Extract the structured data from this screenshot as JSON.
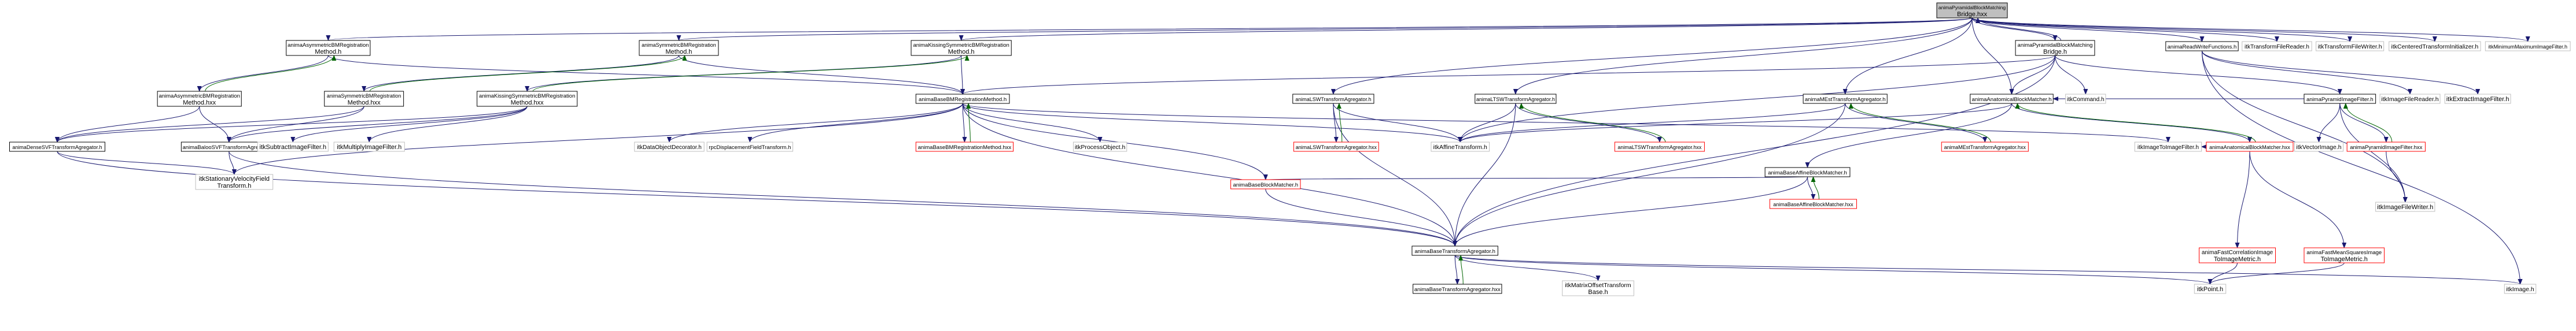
{
  "colors": {
    "background": "#ffffff",
    "box_border": "#000000",
    "external_border": "#bfbfbf",
    "missing_border": "#ff0000",
    "root_fill": "#bfbfbf",
    "arrow_dark_blue": "#191970",
    "arrow_dark_green": "#006400",
    "text": "#000000"
  },
  "nodes": [
    {
      "id": "root",
      "lines": [
        "animaPyramidalBlockMatching",
        "Bridge.hxx"
      ],
      "kind": "root"
    },
    {
      "id": "asymBM",
      "lines": [
        "animaAsymmetricBMRegistration",
        "Method.h"
      ],
      "kind": "normal"
    },
    {
      "id": "symBM",
      "lines": [
        "animaSymmetricBMRegistration",
        "Method.h"
      ],
      "kind": "normal"
    },
    {
      "id": "kissBM",
      "lines": [
        "animaKissingSymmetricBMRegistration",
        "Method.h"
      ],
      "kind": "normal"
    },
    {
      "id": "pyrBridge",
      "lines": [
        "animaPyramidalBlockMatching",
        "Bridge.h"
      ],
      "kind": "normal"
    },
    {
      "id": "readWrite",
      "lines": [
        "animaReadWriteFunctions.h"
      ],
      "kind": "normal"
    },
    {
      "id": "itkTFReader",
      "lines": [
        "itkTransformFileReader.h"
      ],
      "kind": "external"
    },
    {
      "id": "itkTFWriter",
      "lines": [
        "itkTransformFileWriter.h"
      ],
      "kind": "external"
    },
    {
      "id": "itkCTI",
      "lines": [
        "itkCenteredTransformInitializer.h"
      ],
      "kind": "external"
    },
    {
      "id": "itkMinMax",
      "lines": [
        "itkMinimumMaximumImageFilter.h"
      ],
      "kind": "external"
    },
    {
      "id": "asymHxx",
      "lines": [
        "animaAsymmetricBMRegistration",
        "Method.hxx"
      ],
      "kind": "normal"
    },
    {
      "id": "symHxx",
      "lines": [
        "animaSymmetricBMRegistration",
        "Method.hxx"
      ],
      "kind": "normal"
    },
    {
      "id": "kissHxx",
      "lines": [
        "animaKissingSymmetricBMRegistration",
        "Method.hxx"
      ],
      "kind": "normal"
    },
    {
      "id": "baseBM",
      "lines": [
        "animaBaseBMRegistrationMethod.h"
      ],
      "kind": "normal"
    },
    {
      "id": "lswH",
      "lines": [
        "animaLSWTransformAgregator.h"
      ],
      "kind": "normal"
    },
    {
      "id": "ltswH",
      "lines": [
        "animaLTSWTransformAgregator.h"
      ],
      "kind": "normal"
    },
    {
      "id": "meH",
      "lines": [
        "animaMEstTransformAgregator.h"
      ],
      "kind": "normal"
    },
    {
      "id": "anatBMh",
      "lines": [
        "animaAnatomicalBlockMatcher.h"
      ],
      "kind": "normal"
    },
    {
      "id": "itkCommand",
      "lines": [
        "itkCommand.h"
      ],
      "kind": "external"
    },
    {
      "id": "pyrFilterH",
      "lines": [
        "animaPyramidImageFilter.h"
      ],
      "kind": "normal"
    },
    {
      "id": "itkIFReader",
      "lines": [
        "itkImageFileReader.h"
      ],
      "kind": "external"
    },
    {
      "id": "itkExtract",
      "lines": [
        "itkExtractImageFilter.h"
      ],
      "kind": "external"
    },
    {
      "id": "denseH",
      "lines": [
        "animaDenseSVFTransformAgregator.h"
      ],
      "kind": "normal"
    },
    {
      "id": "balooH",
      "lines": [
        "animaBalooSVFTransformAgregator.h"
      ],
      "kind": "normal"
    },
    {
      "id": "itkSub",
      "lines": [
        "itkSubtractImageFilter.h"
      ],
      "kind": "external"
    },
    {
      "id": "itkMult",
      "lines": [
        "itkMultiplyImageFilter.h"
      ],
      "kind": "external"
    },
    {
      "id": "itkDOD",
      "lines": [
        "itkDataObjectDecorator.h"
      ],
      "kind": "external"
    },
    {
      "id": "rpcDFT",
      "lines": [
        "rpcDisplacementFieldTransform.h"
      ],
      "kind": "external"
    },
    {
      "id": "baseBMhxx",
      "lines": [
        "animaBaseBMRegistrationMethod.hxx"
      ],
      "kind": "missing"
    },
    {
      "id": "itkPO",
      "lines": [
        "itkProcessObject.h"
      ],
      "kind": "external"
    },
    {
      "id": "lswHxx",
      "lines": [
        "animaLSWTransformAgregator.hxx"
      ],
      "kind": "missing"
    },
    {
      "id": "itkAffine",
      "lines": [
        "itkAffineTransform.h"
      ],
      "kind": "external"
    },
    {
      "id": "ltswHxx",
      "lines": [
        "animaLTSWTransformAgregator.hxx"
      ],
      "kind": "missing"
    },
    {
      "id": "meHxx",
      "lines": [
        "animaMEstTransformAgregator.hxx"
      ],
      "kind": "missing"
    },
    {
      "id": "itkI2I",
      "lines": [
        "itkImageToImageFilter.h"
      ],
      "kind": "external"
    },
    {
      "id": "anatBMhxx",
      "lines": [
        "animaAnatomicalBlockMatcher.hxx"
      ],
      "kind": "missing"
    },
    {
      "id": "itkVI",
      "lines": [
        "itkVectorImage.h"
      ],
      "kind": "external"
    },
    {
      "id": "pyrFilterHxx",
      "lines": [
        "animaPyramidImageFilter.hxx"
      ],
      "kind": "missing"
    },
    {
      "id": "itkSVF",
      "lines": [
        "itkStationaryVelocityField",
        "Transform.h"
      ],
      "kind": "external"
    },
    {
      "id": "baseBlockH",
      "lines": [
        "animaBaseBlockMatcher.h"
      ],
      "kind": "missing"
    },
    {
      "id": "baseAffBMh",
      "lines": [
        "animaBaseAffineBlockMatcher.h"
      ],
      "kind": "normal"
    },
    {
      "id": "baseAffBMhxx",
      "lines": [
        "animaBaseAffineBlockMatcher.hxx"
      ],
      "kind": "missing"
    },
    {
      "id": "itkIFWriter",
      "lines": [
        "itkImageFileWriter.h"
      ],
      "kind": "external"
    },
    {
      "id": "fastCorr",
      "lines": [
        "animaFastCorrelationImage",
        "ToImageMetric.h"
      ],
      "kind": "missing"
    },
    {
      "id": "fastMS",
      "lines": [
        "animaFastMeanSquaresImage",
        "ToImageMetric.h"
      ],
      "kind": "missing"
    },
    {
      "id": "baseTAh",
      "lines": [
        "animaBaseTransformAgregator.h"
      ],
      "kind": "normal"
    },
    {
      "id": "baseTAhxx",
      "lines": [
        "animaBaseTransformAgregator.hxx"
      ],
      "kind": "normal"
    },
    {
      "id": "itkMOT",
      "lines": [
        "itkMatrixOffsetTransform",
        "Base.h"
      ],
      "kind": "external"
    },
    {
      "id": "itkPoint",
      "lines": [
        "itkPoint.h"
      ],
      "kind": "external"
    },
    {
      "id": "itkImage",
      "lines": [
        "itkImage.h"
      ],
      "kind": "external"
    }
  ]
}
